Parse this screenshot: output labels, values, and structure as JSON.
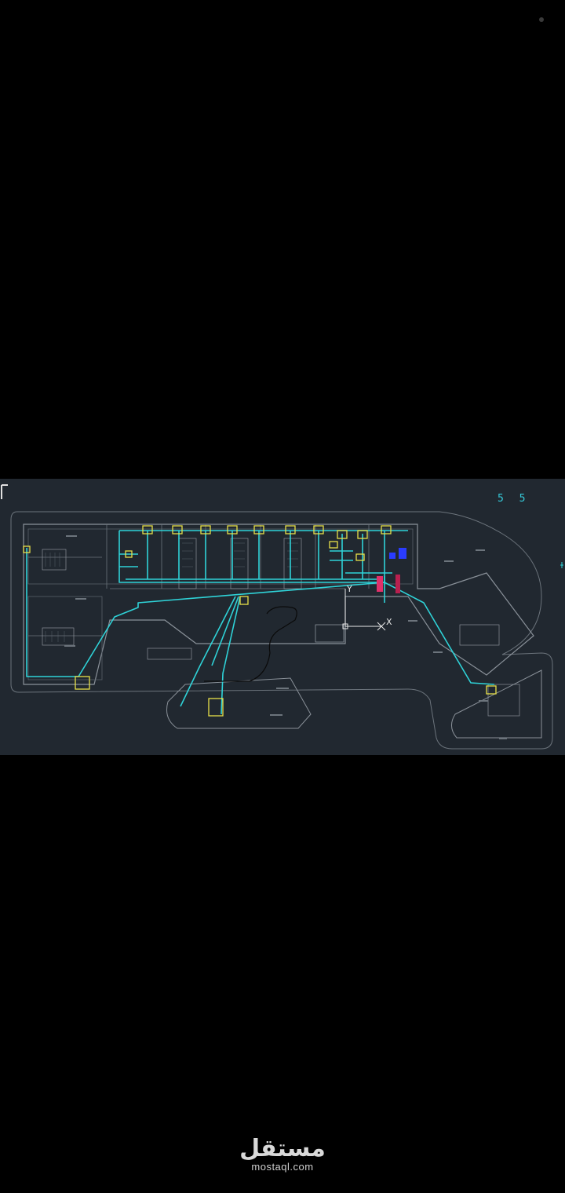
{
  "viewer": {
    "view_label": "5 5",
    "axis_x_label": "X",
    "axis_y_label": "Y"
  },
  "watermark": {
    "logo_text": "مستقل",
    "url": "mostaql.com"
  },
  "colors": {
    "background": "#000000",
    "cad_background": "#212830",
    "pipe_cyan": "#2fd3d8",
    "fixture_yellow": "#e8e04a",
    "wall_gray": "#8a9199",
    "accent_magenta": "#e0306a",
    "accent_blue": "#2a3cff"
  }
}
